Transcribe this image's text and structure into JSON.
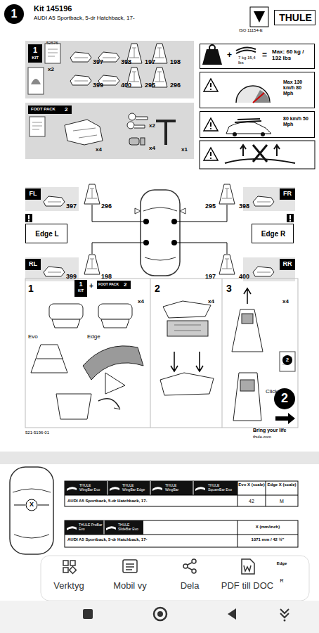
{
  "diagram": {
    "title": "Kit 145196",
    "nodes": [
      {
        "text": [
          "1"
        ]
      },
      {
        "text": [
          "THULE"
        ]
      },
      {
        "text": [
          "52576",
          "x2",
          "397",
          "398",
          "197",
          "198",
          "399",
          "400",
          "295",
          "296"
        ]
      },
      {
        "text": [
          "1",
          "KIT"
        ],
        "in": 2
      },
      {
        "text": [
          "x4",
          "x2",
          "x4",
          "x1"
        ]
      },
      {
        "text": [
          "FOOT PACK",
          "2"
        ],
        "in": 4
      },
      {
        "text": [
          "+",
          "7 kg 15,4 lbs",
          "=",
          "Max: 60 kg / 132 lbs"
        ]
      },
      {
        "text": [
          "Max 130 km/h 80 Mph"
        ]
      },
      {
        "text": [
          "80 km/h 50 Mph"
        ]
      },
      {
        "text": [
          "Edge L"
        ]
      },
      {
        "text": [
          "Edge R"
        ]
      },
      {
        "text": [
          "2"
        ]
      }
    ],
    "labels": [
      "AUDI A5 Sportback, 5-dr Hatchback, 17-",
      "ISO 11154-E",
      "FL",
      "397",
      "296",
      "295",
      "398",
      "FR",
      "RL",
      "399",
      "198",
      "197",
      "400",
      "RR",
      "1",
      "1",
      "KIT",
      "+",
      "FOOT PACK",
      "2",
      "x4",
      "Evo",
      "Edge",
      "2",
      "x4",
      "3",
      "x4",
      "2",
      "Click",
      "521-5196-01",
      "Bring your life",
      "thule.com",
      "X",
      "THULE WingBar Evo",
      "THULE WingBar Edge",
      "THULE WingBar",
      "THULE SquareBar Evo",
      "Evo X (scale)",
      "Edge X (scale)",
      "AUDI A5 Sportback, 5-dr Hatchback, 17-",
      "42",
      "M",
      "THULE ProBar Evo",
      "THULE SlideBar Evo",
      "X (mm/inch)",
      "AUDI A5 Sportback, 5-dr Hatchback, 17-",
      "1071 mm / 42 ½\"",
      "Edge",
      "R",
      "Verktyg",
      "Mobil vy",
      "Dela",
      "PDF till DOC"
    ]
  }
}
